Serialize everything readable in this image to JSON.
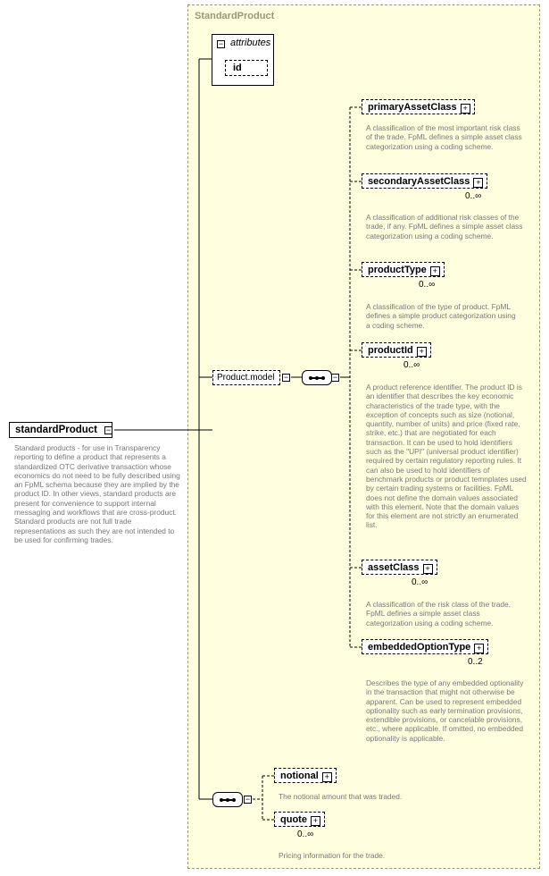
{
  "type_name": "StandardProduct",
  "attributes": {
    "header": "attributes",
    "items": [
      "id"
    ]
  },
  "root": {
    "name": "standardProduct",
    "description": "Standard products - for use in Transparency reporting to define a product that represents a standardized OTC derivative transaction whose economics do not need to be fully described using an FpML schema because they are implied by the product ID. In other views, standard products are present for convenience to support internal messaging and workflows that are cross-product. Standard products are not full trade representations as such they are not intended to be used for confirming trades."
  },
  "group": {
    "name": "Product.model"
  },
  "model_elements": [
    {
      "name": "primaryAssetClass",
      "cardinality": "",
      "description": "A classification of the most important risk class of the trade. FpML defines a simple asset class categorization using a coding scheme."
    },
    {
      "name": "secondaryAssetClass",
      "cardinality": "0..∞",
      "description": "A classification of additional risk classes of the trade, if any. FpML defines a simple asset class categorization using a coding scheme."
    },
    {
      "name": "productType",
      "cardinality": "0..∞",
      "description": "A classification of the type of product. FpML defines a simple product categorization using a coding scheme."
    },
    {
      "name": "productId",
      "cardinality": "0..∞",
      "description": "A product reference identifier. The product ID is an identifier that describes the key economic characteristics of the trade type, with the exception of concepts such as size (notional, quantity, number of units) and price (fixed rate, strike, etc.) that are negotiated for each transaction. It can be used to hold identifiers such as the \"UPI\" (universal product identifier) required by certain regulatory reporting rules. It can also be used to hold identifiers of benchmark products or product temnplates used by certain trading systems or facilities. FpML does not define the domain values associated with this element. Note that the domain values for this element are not strictly an enumerated list."
    },
    {
      "name": "assetClass",
      "cardinality": "0..∞",
      "description": "A classification of the risk class of the trade. FpML defines a simple asset class categorization using a coding scheme."
    },
    {
      "name": "embeddedOptionType",
      "cardinality": "0..2",
      "description": "Describes the type of any embedded optionality in the transaction that might not otherwise be apparent. Can be used to represent embedded optionality such as early termination provisions, extendible provisions, or cancelable provisions, etc., where applicable. If omitted, no embedded optionality is applicable."
    }
  ],
  "bottom_elements": [
    {
      "name": "notional",
      "cardinality": "",
      "description": "The notional amount that was traded."
    },
    {
      "name": "quote",
      "cardinality": "0..∞",
      "description": "Pricing information for the trade."
    }
  ],
  "colors": {
    "type_bg": "#ffffe0",
    "type_border": "#999977",
    "desc_text": "#777777"
  }
}
